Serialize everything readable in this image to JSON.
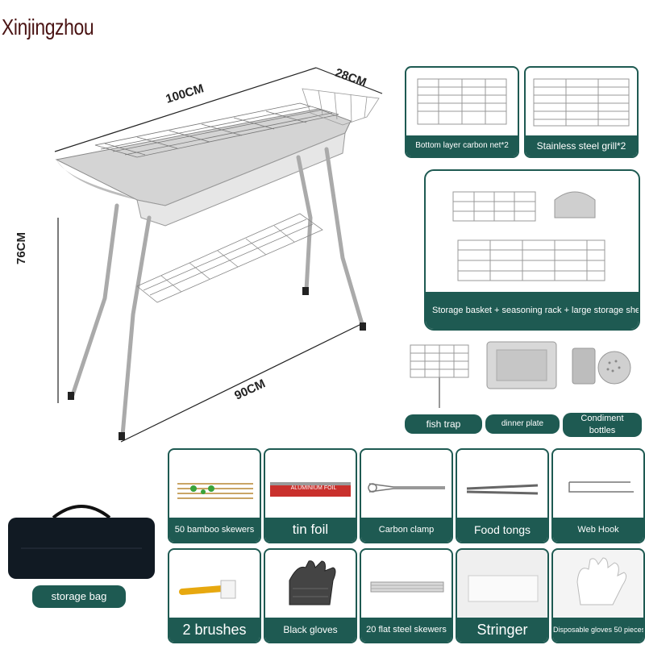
{
  "brand": "Xinjingzhou",
  "dimensions": {
    "length": "100CM",
    "width": "28CM",
    "height": "76CM",
    "base": "90CM"
  },
  "top_cards": [
    {
      "label": "Bottom layer carbon net*2"
    },
    {
      "label": "Stainless steel grill*2"
    }
  ],
  "storage_card": {
    "label": "Storage basket + seasoning rack + large storage shelf"
  },
  "mid_pills": [
    {
      "label": "fish trap"
    },
    {
      "label": "dinner plate"
    },
    {
      "label": "Condiment bottles"
    }
  ],
  "storage_bag": {
    "label": "storage bag"
  },
  "accessories_row1": [
    {
      "label": "50 bamboo skewers"
    },
    {
      "label": "tin foil",
      "inner_text": "ALUMINIUM FOIL"
    },
    {
      "label": "Carbon clamp"
    },
    {
      "label": "Food tongs"
    },
    {
      "label": "Web Hook"
    }
  ],
  "accessories_row2": [
    {
      "label": "2 brushes"
    },
    {
      "label": "Black gloves"
    },
    {
      "label": "20 flat steel skewers"
    },
    {
      "label": "Stringer"
    },
    {
      "label": "Disposable gloves 50 pieces"
    }
  ],
  "colors": {
    "accent": "#1e5a52",
    "brand": "#4a1414"
  }
}
